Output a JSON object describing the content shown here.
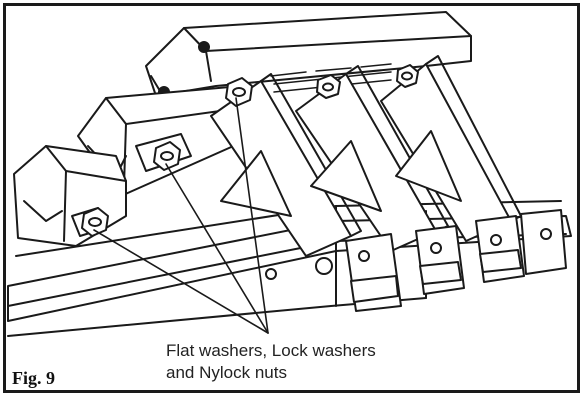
{
  "figure": {
    "label": "Fig. 9",
    "callout_line1": "Flat washers, Lock washers",
    "callout_line2": "and Nylock nuts",
    "colors": {
      "ink": "#1a1a1a",
      "paper": "#ffffff",
      "shade": "#d0d0d0"
    }
  }
}
